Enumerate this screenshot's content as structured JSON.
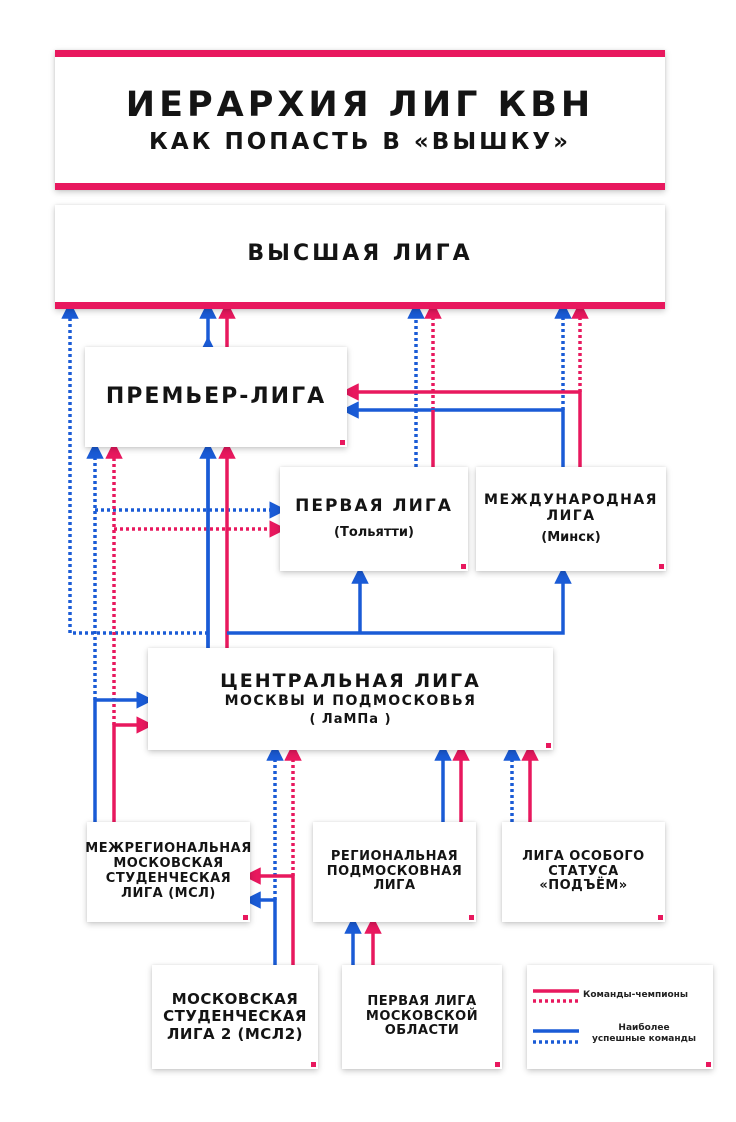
{
  "title": {
    "line1": "ИЕРАРХИЯ ЛИГ КВН",
    "line2": "КАК ПОПАСТЬ В «ВЫШКУ»"
  },
  "leagues": {
    "vysshaya": "ВЫСШАЯ ЛИГА",
    "premier": "ПРЕМЬЕР-ЛИГА",
    "pervaya": {
      "name": "ПЕРВАЯ ЛИГА",
      "city": "(Тольятти)"
    },
    "mezhdunarodnaya": {
      "name_line1": "МЕЖДУНАРОДНАЯ",
      "name_line2": "ЛИГА",
      "city": "(Минск)"
    },
    "centralnaya": {
      "line1": "ЦЕНТРАЛЬНАЯ ЛИГА",
      "line2": "МОСКВЫ И ПОДМОСКОВЬЯ",
      "abbr": "( ЛаМПа )"
    },
    "msl": [
      "МЕЖРЕГИОНАЛЬНАЯ",
      "МОСКОВСКАЯ",
      "СТУДЕНЧЕСКАЯ",
      "ЛИГА (МСЛ)"
    ],
    "regional": [
      "РЕГИОНАЛЬНАЯ",
      "ПОДМОСКОВНАЯ",
      "ЛИГА"
    ],
    "osobogo": [
      "ЛИГА ОСОБОГО",
      "СТАТУСА",
      "«ПОДЪЁМ»"
    ],
    "msl2": [
      "МОСКОВСКАЯ",
      "СТУДЕНЧЕСКАЯ",
      "ЛИГА 2 (МСЛ2)"
    ],
    "pervaya_mo": [
      "ПЕРВАЯ ЛИГА",
      "МОСКОВСКОЙ",
      "ОБЛАСТИ"
    ]
  },
  "legend": {
    "champions": "Команды-чемпионы",
    "successful_line1": "Наиболее",
    "successful_line2": "успешные команды"
  },
  "colors": {
    "champions": "#e8185e",
    "successful": "#1a5bd6",
    "accent_bar": "#e8185e"
  }
}
